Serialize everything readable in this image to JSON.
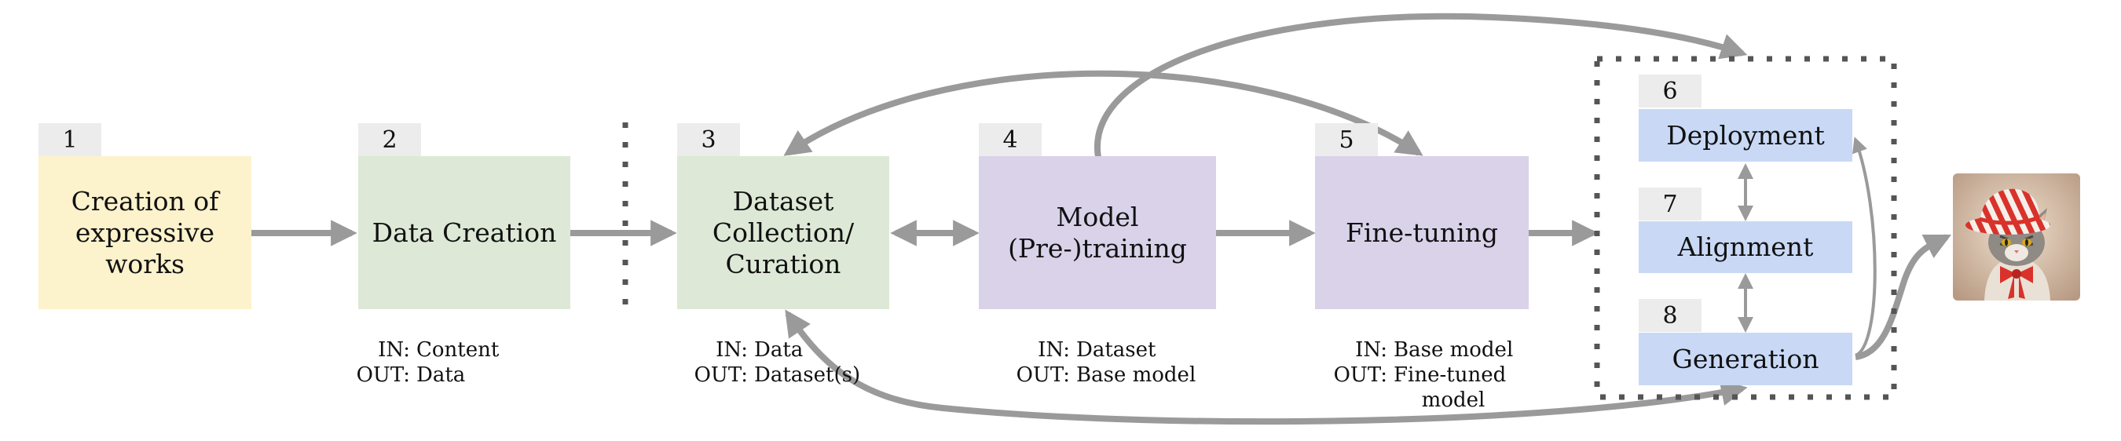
{
  "stages": [
    {
      "id": "1",
      "number": "1",
      "label": "Creation of\nexpressive\nworks"
    },
    {
      "id": "2",
      "number": "2",
      "label": "Data Creation"
    },
    {
      "id": "3",
      "number": "3",
      "label": "Dataset\nCollection/\nCuration"
    },
    {
      "id": "4",
      "number": "4",
      "label": "Model\n(Pre-)training"
    },
    {
      "id": "5",
      "number": "5",
      "label": "Fine-tuning"
    },
    {
      "id": "6",
      "number": "6",
      "label": "Deployment"
    },
    {
      "id": "7",
      "number": "7",
      "label": "Alignment"
    },
    {
      "id": "8",
      "number": "8",
      "label": "Generation"
    }
  ],
  "io": {
    "data_creation": {
      "in_key": "IN:",
      "in": "Content",
      "out_key": "OUT:",
      "out": "Data"
    },
    "dataset": {
      "in_key": "IN:",
      "in": "Data",
      "out_key": "OUT:",
      "out": "Dataset(s)"
    },
    "pretraining": {
      "in_key": "IN:",
      "in": "Dataset",
      "out_key": "OUT:",
      "out": "Base model"
    },
    "finetuning": {
      "in_key": "IN:",
      "in": "Base model",
      "out_key": "OUT:",
      "out": "Fine-tuned",
      "out_cont": "model"
    }
  },
  "colors": {
    "arrow": "#9a9a9a",
    "yellow": "#fcf2cc",
    "green": "#dde9d6",
    "purple": "#d9d2e9",
    "blue": "#c9d9f5",
    "tab": "#ececec",
    "dots": "#555555"
  },
  "output_image": {
    "icon": "cat-in-striped-hat-image"
  }
}
